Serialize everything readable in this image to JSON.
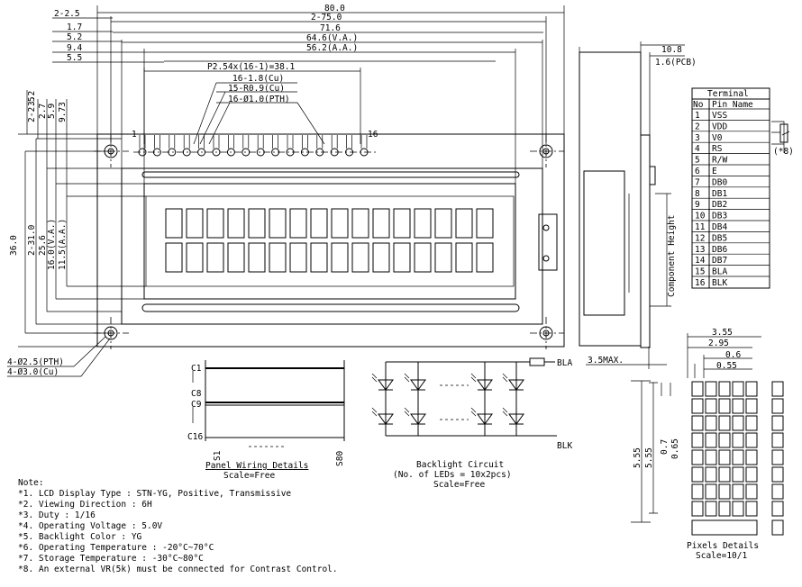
{
  "outline": {
    "dims_top": [
      "80.0",
      "2-75.0",
      "71.6",
      "64.6(V.A.)",
      "56.2(A.A.)",
      "P2.54x(16-1)=38.1"
    ],
    "dims_left_offsets": [
      "2-2.5",
      "1.7",
      "5.2",
      "9.4",
      "5.5"
    ],
    "pad_callouts": [
      "16-1.8(Cu)",
      "15-R0.9(Cu)",
      "16-Ø1.0(PTH)"
    ],
    "pin_1": "1",
    "pin_16": "16",
    "vert_dims_small": [
      "2-2.5",
      "3.2",
      "2.7",
      "5.9",
      "9.73"
    ],
    "vert_dims_large": [
      "36.0",
      "2-31.0",
      "25.6",
      "16.0(V.A.)",
      "11.5(A.A.)"
    ],
    "hole_callouts": [
      "4-Ø2.5(PTH)",
      "4-Ø3.0(Cu)"
    ]
  },
  "side_view": {
    "dims": [
      "10.8",
      "1.6(PCB)"
    ],
    "component_height": "Component Height",
    "max_dim": "3.5MAX."
  },
  "terminal": {
    "title": "Terminal",
    "headers": [
      "No",
      "Pin Name"
    ],
    "rows": [
      [
        "1",
        "VSS"
      ],
      [
        "2",
        "VDD"
      ],
      [
        "3",
        "V0"
      ],
      [
        "4",
        "RS"
      ],
      [
        "5",
        "R/W"
      ],
      [
        "6",
        "E"
      ],
      [
        "7",
        "DB0"
      ],
      [
        "8",
        "DB1"
      ],
      [
        "9",
        "DB2"
      ],
      [
        "10",
        "DB3"
      ],
      [
        "11",
        "DB4"
      ],
      [
        "12",
        "DB5"
      ],
      [
        "13",
        "DB6"
      ],
      [
        "14",
        "DB7"
      ],
      [
        "15",
        "BLA"
      ],
      [
        "16",
        "BLK"
      ]
    ],
    "vr_note": "(*8)"
  },
  "panel_wiring": {
    "labels": [
      "C1",
      "C8",
      "C9",
      "C16",
      "S1",
      "S80"
    ],
    "title": "Panel Wiring Details",
    "scale": "Scale=Free"
  },
  "backlight": {
    "bla": "BLA",
    "blk": "BLK",
    "title": "Backlight Circuit",
    "subtitle": "(No. of LEDs = 10x2pcs)",
    "scale": "Scale=Free"
  },
  "pixels": {
    "dims_top": [
      "3.55",
      "2.95",
      "0.6",
      "0.55"
    ],
    "dims_left": [
      "5.55",
      "5.55",
      "0.7",
      "0.65"
    ],
    "title": "Pixels Details",
    "scale": "Scale=10/1"
  },
  "notes": {
    "title": "Note:",
    "lines": [
      "*1. LCD Display Type : STN-YG, Positive, Transmissive",
      "*2. Viewing Direction : 6H",
      "*3. Duty : 1/16",
      "*4. Operating Voltage : 5.0V",
      "*5. Backlight Color : YG",
      "*6. Operating Temperature : -20°C~70°C",
      "*7. Storage Temperature : -30°C~80°C",
      "*8. An external VR(5k) must be connected for Contrast Control."
    ]
  }
}
